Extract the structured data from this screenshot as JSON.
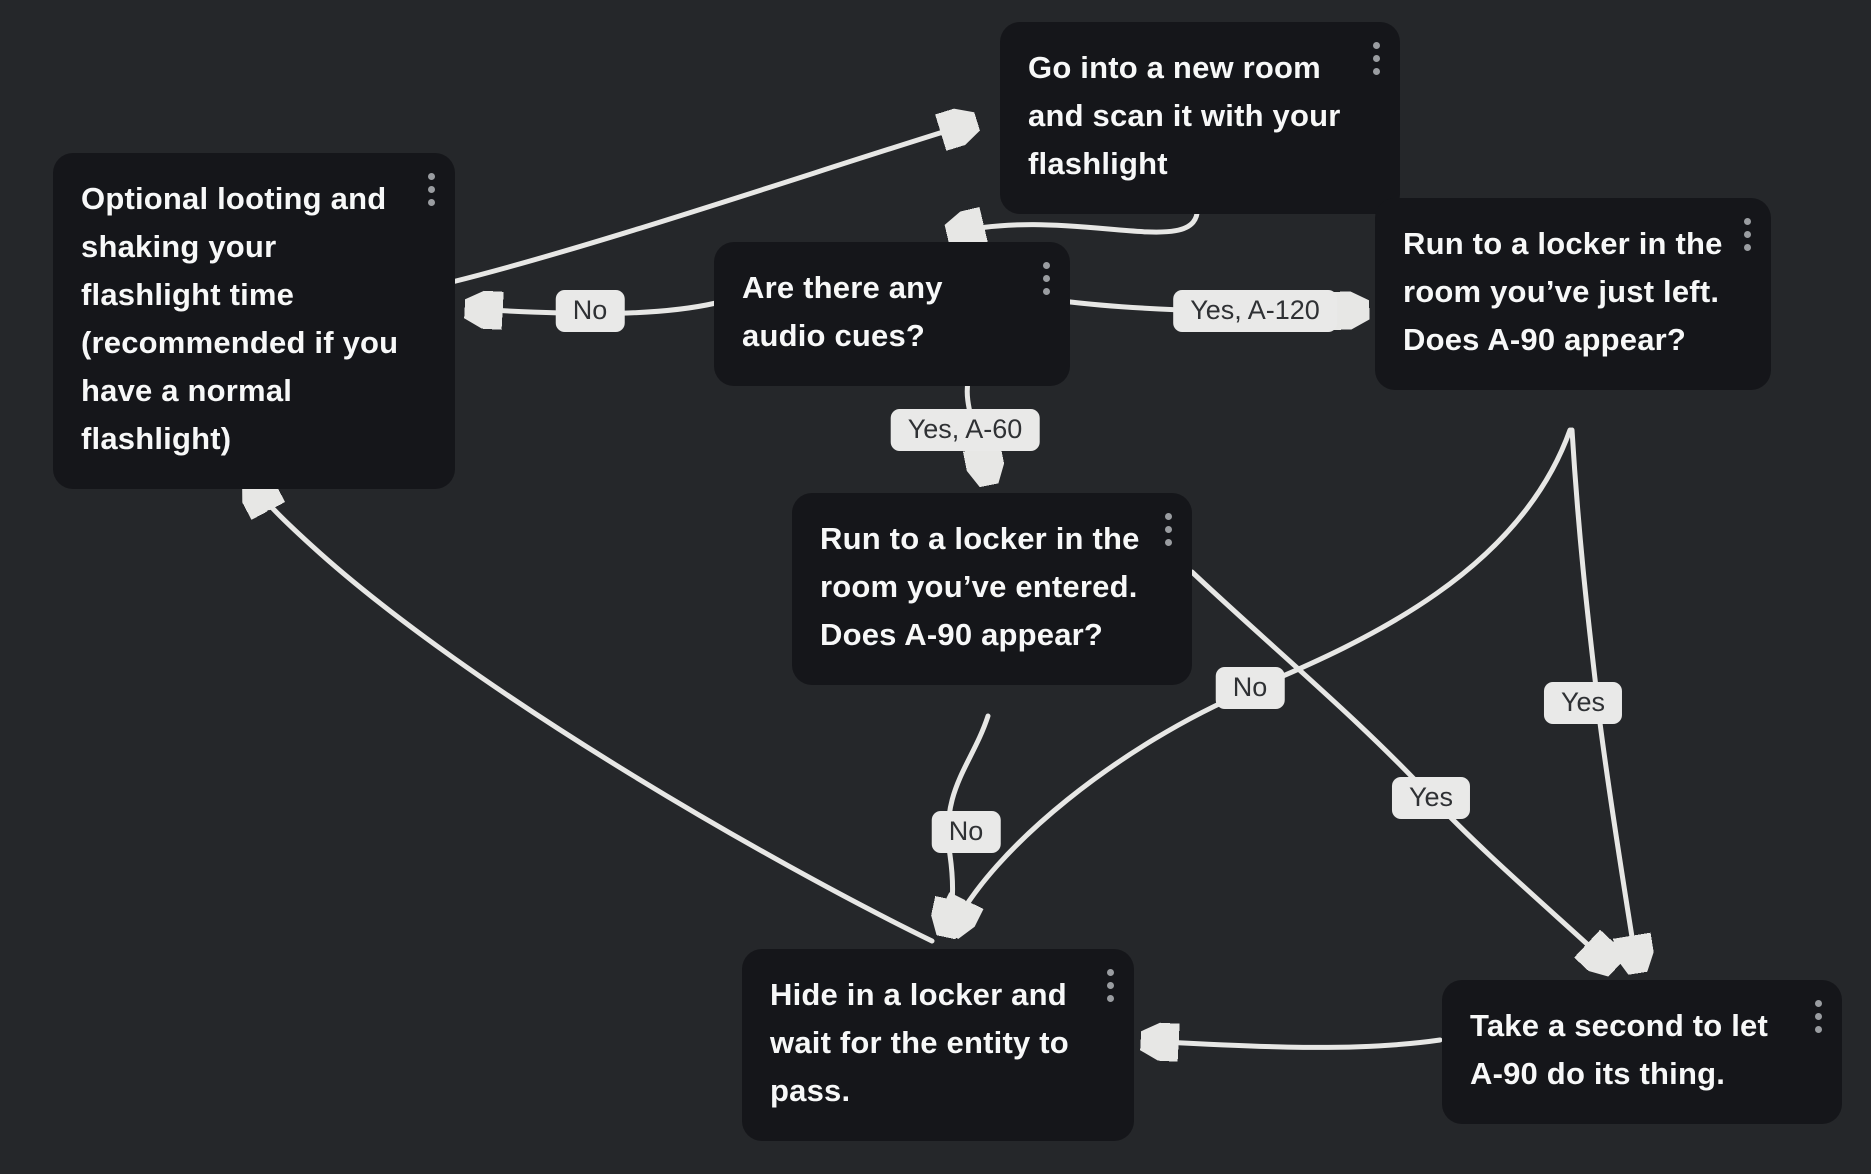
{
  "diagram": {
    "type": "flowchart",
    "theme": {
      "background": "#25272a",
      "node_bg": "#15161a",
      "node_text": "#f7f8f8",
      "edge_color": "#e7e7e5",
      "label_bg": "#e9e9e8",
      "label_text": "#2f3134",
      "menu_dots": "#9a9da1"
    }
  },
  "nodes": {
    "go_new_room": {
      "text": "Go into a new room and scan it with your flashlight"
    },
    "optional_looting": {
      "text": "Optional looting and shaking your flashlight time (recommended if you have a normal flashlight)"
    },
    "audio_cues": {
      "text": "Are there any audio cues?"
    },
    "locker_room_left": {
      "text": "Run to a locker in the room you’ve just left. Does A-90 appear?"
    },
    "locker_room_entered": {
      "text": "Run to a locker in the room you’ve entered. Does A-90 appear?"
    },
    "hide_in_locker": {
      "text": "Hide in a locker and wait for the entity to pass."
    },
    "take_a_second": {
      "text": "Take a second to let A-90 do its thing."
    }
  },
  "labels": {
    "audio_to_looting_no": "No",
    "audio_to_locker_left_yes": "Yes, A-120",
    "audio_to_locker_entered_yes": "Yes, A-60",
    "locker_left_to_hide_no": "No",
    "locker_left_to_take_second_yes": "Yes",
    "locker_entered_to_take_second_yes": "Yes",
    "locker_entered_to_hide_no": "No"
  },
  "edges": [
    {
      "from": "optional_looting",
      "to": "go_new_room",
      "label": ""
    },
    {
      "from": "go_new_room",
      "to": "audio_cues",
      "label": ""
    },
    {
      "from": "audio_cues",
      "to": "optional_looting",
      "label": "No"
    },
    {
      "from": "audio_cues",
      "to": "locker_room_left",
      "label": "Yes, A-120"
    },
    {
      "from": "audio_cues",
      "to": "locker_room_entered",
      "label": "Yes, A-60"
    },
    {
      "from": "locker_room_left",
      "to": "hide_in_locker",
      "label": "No"
    },
    {
      "from": "locker_room_left",
      "to": "take_a_second",
      "label": "Yes"
    },
    {
      "from": "locker_room_entered",
      "to": "take_a_second",
      "label": "Yes"
    },
    {
      "from": "locker_room_entered",
      "to": "hide_in_locker",
      "label": "No"
    },
    {
      "from": "take_a_second",
      "to": "hide_in_locker",
      "label": ""
    },
    {
      "from": "hide_in_locker",
      "to": "optional_looting",
      "label": ""
    }
  ]
}
